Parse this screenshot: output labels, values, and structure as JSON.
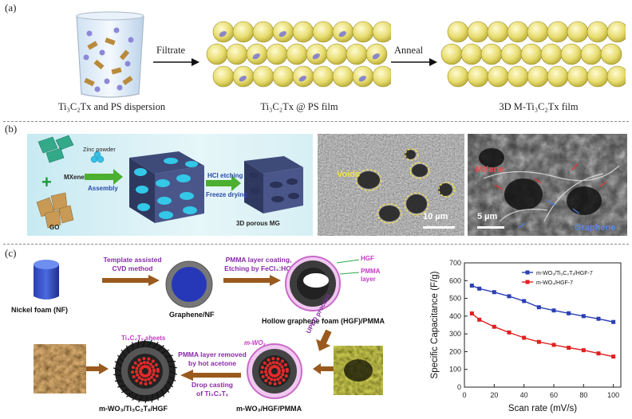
{
  "panel_a": {
    "label": "(a)",
    "captions": [
      "Ti₃C₂Tx and PS dispersion",
      "Ti₃C₂Tx @ PS film",
      "3D M-Ti₃C₂Tx  film"
    ],
    "step1": "Filtrate",
    "step2": "Anneal"
  },
  "panel_b": {
    "label": "(b)",
    "mxene": "MXene",
    "go": "GO",
    "plus": "+",
    "zinc": "Zinc powder",
    "assembly": "Assembly",
    "hcl": "HCl etching",
    "freeze": "Freeze drying",
    "mg": "3D porous MG",
    "voids": "Voids",
    "scale1": "10 µm",
    "mxene2": "MXene",
    "scale2": "5 µm",
    "graphene": "Graphene"
  },
  "panel_c": {
    "label": "(c)",
    "nf": "Nickel foam (NF)",
    "step1_l1": "Template assisted",
    "step1_l2": "CVD method",
    "gnf": "Graphene/NF",
    "step2_l1": "PMMA layer coating,",
    "step2_l2": "Etching by FeCl₃:HCl",
    "hgf_tag": "HGF",
    "pmma_tag_l1": "PMMA",
    "pmma_tag_l2": "layer",
    "hgf_label": "Hollow graphene foam (HGF)/PMMA",
    "sheets": "Ti₃C₂Tₓ sheets",
    "removed_l1": "PMMA layer removed",
    "removed_l2": "by hot acetone",
    "drop_l1": "Drop casting",
    "drop_l2": "of Ti₃C₂Tₓ",
    "mwo3": "m-WO₃",
    "uped": "UPED process",
    "final1": "m-WO₃/Ti₃C₂Tₓ/HGF",
    "final2": "m-WO₃/HGF/PMMA"
  },
  "chart_data": {
    "type": "line",
    "xlabel": "Scan rate (mV/s)",
    "ylabel": "Specific Capacitance (F/g)",
    "xlim": [
      0,
      105
    ],
    "ylim": [
      0,
      700
    ],
    "xticks": [
      0,
      20,
      40,
      60,
      80,
      100
    ],
    "yticks": [
      0,
      100,
      200,
      300,
      400,
      500,
      600,
      700
    ],
    "legend_position": "top-right",
    "series": [
      {
        "name": "m-WO₃/Ti₃C₂Tₓ/HGF-7",
        "color": "#2b3fb3",
        "marker": "square",
        "x": [
          5,
          10,
          20,
          30,
          40,
          50,
          60,
          70,
          80,
          90,
          100
        ],
        "values": [
          572,
          555,
          535,
          512,
          485,
          450,
          432,
          416,
          400,
          385,
          367
        ]
      },
      {
        "name": "m-WO₃/HGF-7",
        "color": "#e02020",
        "marker": "square",
        "x": [
          5,
          10,
          20,
          30,
          40,
          50,
          60,
          70,
          80,
          90,
          100
        ],
        "values": [
          415,
          380,
          340,
          308,
          278,
          255,
          238,
          222,
          208,
          190,
          172
        ]
      }
    ]
  }
}
